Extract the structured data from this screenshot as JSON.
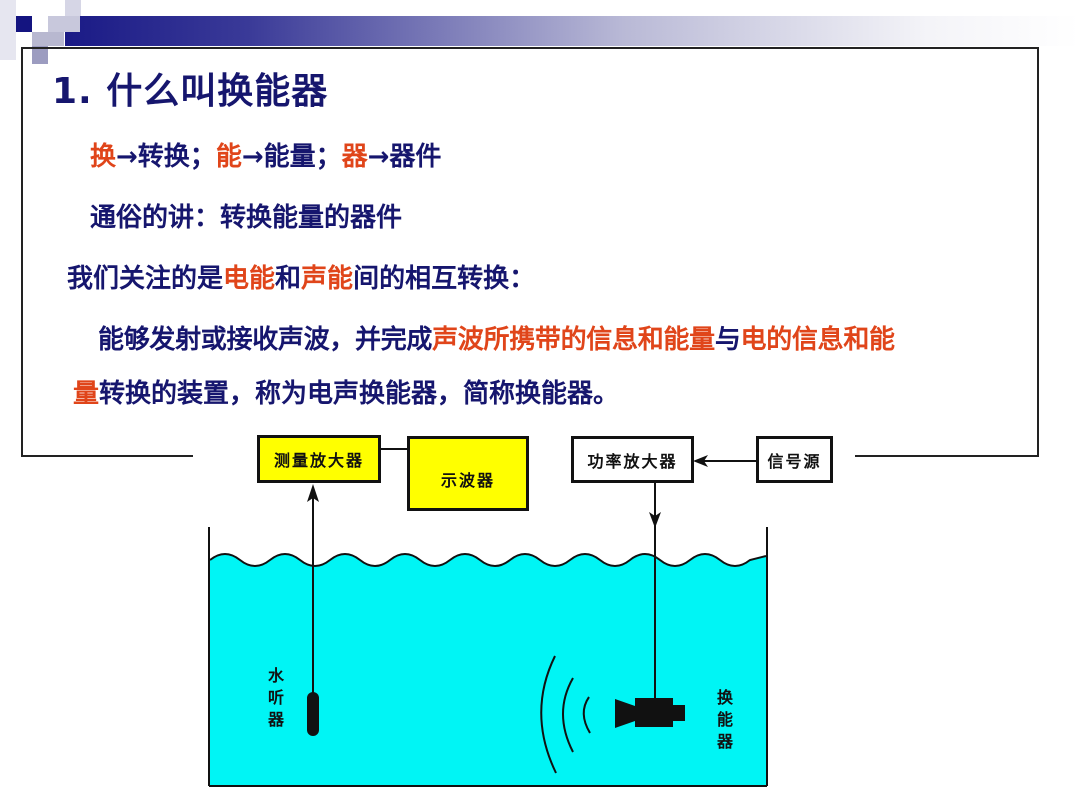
{
  "slide": {
    "title": "1. 什么叫换能器",
    "line1": [
      {
        "text": "换",
        "color": "red"
      },
      {
        "text": "→转换；",
        "color": "navy"
      },
      {
        "text": "能",
        "color": "red"
      },
      {
        "text": "→能量；",
        "color": "navy"
      },
      {
        "text": "器",
        "color": "red"
      },
      {
        "text": "→器件",
        "color": "navy"
      }
    ],
    "line2": "通俗的讲：转换能量的器件",
    "line3": [
      {
        "text": "我们关注的是",
        "color": "navy"
      },
      {
        "text": "电能",
        "color": "red"
      },
      {
        "text": "和",
        "color": "navy"
      },
      {
        "text": "声能",
        "color": "red"
      },
      {
        "text": "间的相互转换：",
        "color": "navy"
      }
    ],
    "line4": [
      {
        "text": "能够发射或接收声波，并完成",
        "color": "navy"
      },
      {
        "text": "声波所携带的信息和能量",
        "color": "red"
      },
      {
        "text": "与",
        "color": "navy"
      },
      {
        "text": "电的信息和能",
        "color": "red"
      }
    ],
    "line5": [
      {
        "text": "量",
        "color": "red"
      },
      {
        "text": "转换的装置，称为电声换能器，简称换能器。",
        "color": "navy"
      }
    ]
  },
  "diagram": {
    "measuring_amplifier": "测量放大器",
    "oscilloscope": "示波器",
    "power_amplifier": "功率放大器",
    "signal_source": "信号源",
    "hydrophone_label": [
      "水",
      "听",
      "器"
    ],
    "transducer_label": [
      "换",
      "能",
      "器"
    ],
    "colors": {
      "water": "#00f5f5",
      "box_yellow": "#ffff00",
      "text_navy": "#16166e",
      "text_red": "#e0451a"
    }
  }
}
